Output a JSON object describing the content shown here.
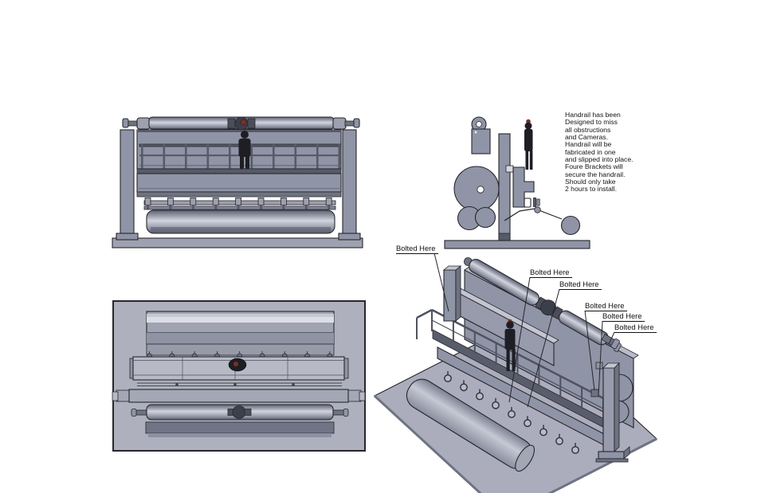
{
  "note": {
    "lines": [
      "Handrail has been",
      "Designed to miss",
      "all obstructions",
      "and Cameras.",
      "Handrail will be",
      "fabricated in one",
      "and slipped into place.",
      "Foure Brackets will",
      "secure the handrail.",
      "Should only take",
      "2 hours to install."
    ]
  },
  "callouts": [
    {
      "text": "Bolted Here"
    },
    {
      "text": "Bolted Here"
    },
    {
      "text": "Bolted Here"
    },
    {
      "text": "Bolted Here"
    },
    {
      "text": "Bolted Here"
    },
    {
      "text": "Bolted Here"
    }
  ],
  "palette": {
    "background": "#ffffff",
    "steel": "#8f94a6",
    "steel_light": "#c3c5d1",
    "steel_dark": "#6e7382",
    "steel_darker": "#575b68",
    "baseplate": "#abadbc",
    "outline": "#26262c",
    "person": "#1e1e24",
    "hardhat": "#7d3026"
  },
  "views": {
    "front": "front-elevation-view",
    "side": "side-elevation-view",
    "plan": "top-plan-view",
    "iso": "isometric-view"
  }
}
